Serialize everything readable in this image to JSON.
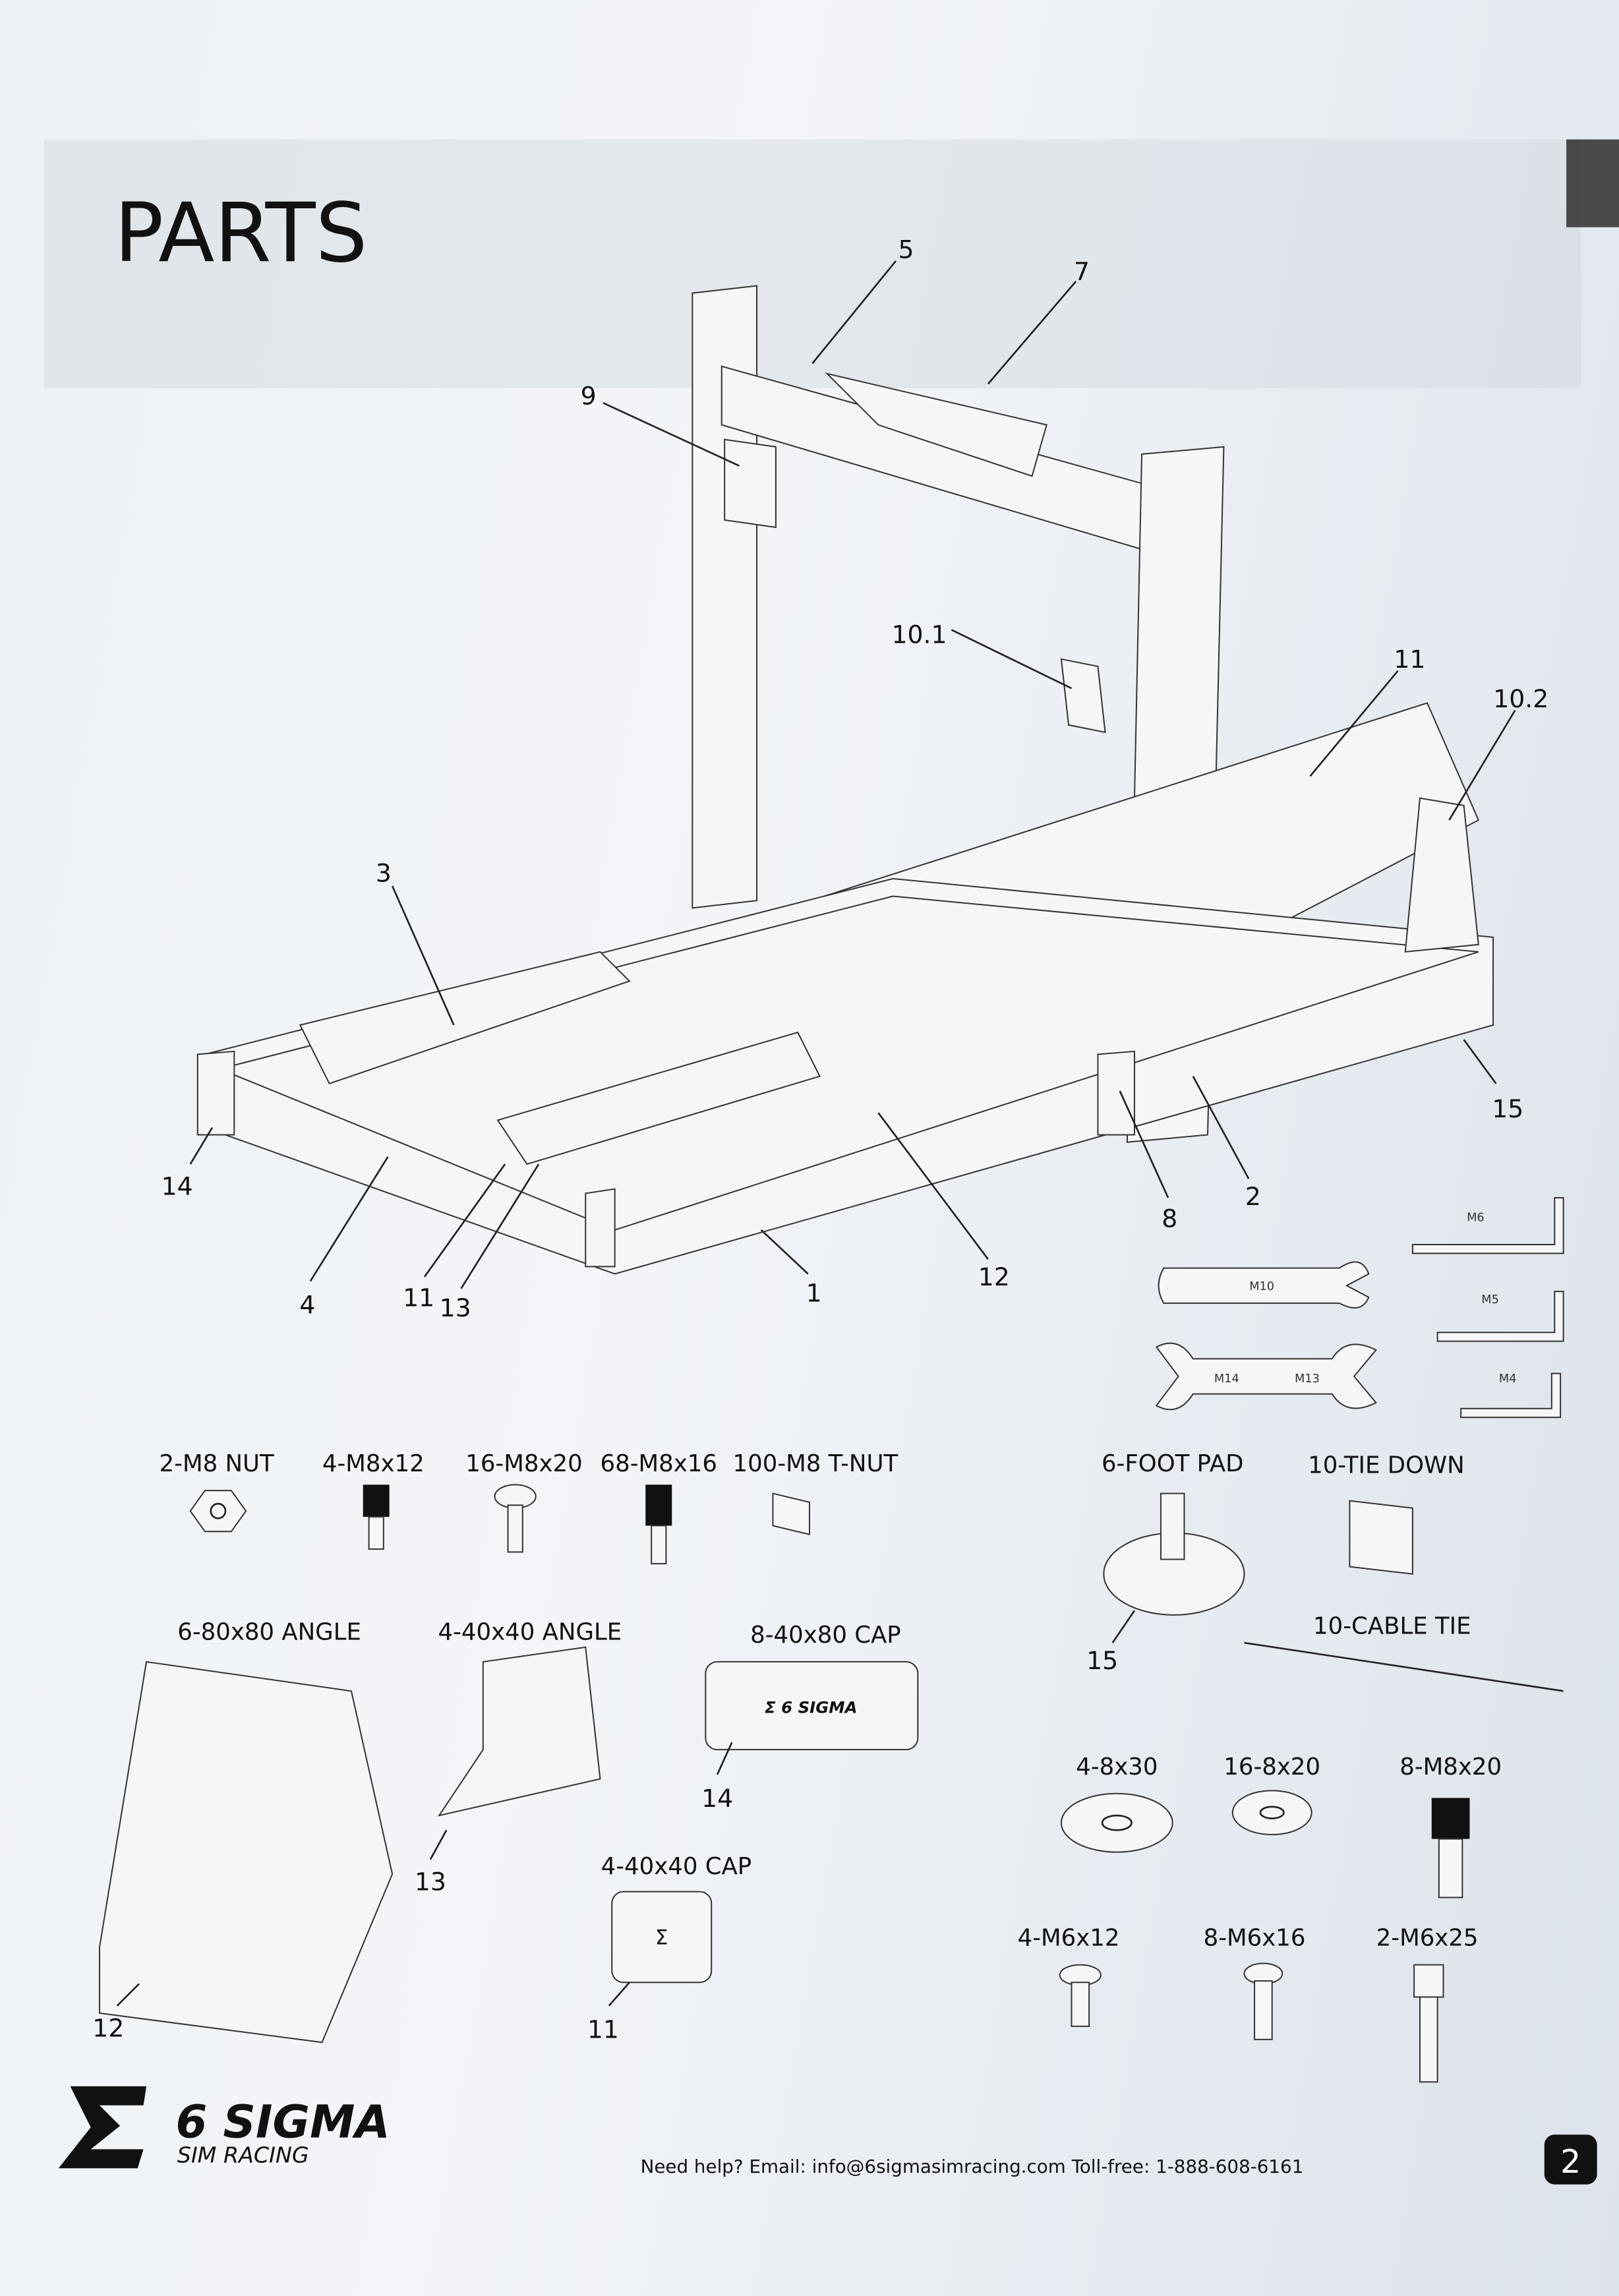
{
  "page_title": "PARTS",
  "assembly_callouts": {
    "c5": "5",
    "c7": "7",
    "c9": "9",
    "c10_1": "10.1",
    "c11": "11",
    "c10_2": "10.2",
    "c3": "3",
    "c15": "15",
    "c14": "14",
    "c8": "8",
    "c2": "2",
    "c12": "12",
    "c1": "1",
    "c4": "4",
    "c11b": "11",
    "c13": "13"
  },
  "tools": {
    "hex_keys": [
      "M6",
      "M5",
      "M4"
    ],
    "wrench_single": "M10",
    "wrench_double": [
      "M14",
      "M13"
    ]
  },
  "hardware": [
    {
      "label": "2-M8 NUT"
    },
    {
      "label": "4-M8x12"
    },
    {
      "label": "16-M8x20"
    },
    {
      "label": "68-M8x16"
    },
    {
      "label": "100-M8 T-NUT"
    },
    {
      "label": "6-FOOT PAD",
      "ref": "15"
    },
    {
      "label": "10-TIE DOWN"
    },
    {
      "label": "10-CABLE TIE"
    },
    {
      "label": "6-80x80 ANGLE",
      "ref": "12"
    },
    {
      "label": "4-40x40 ANGLE",
      "ref": "13"
    },
    {
      "label": "8-40x80 CAP",
      "ref": "14"
    },
    {
      "label": "4-40x40 CAP",
      "ref": "11"
    },
    {
      "label": "4-8x30"
    },
    {
      "label": "16-8x20"
    },
    {
      "label": "8-M8x20"
    },
    {
      "label": "4-M6x12"
    },
    {
      "label": "8-M6x16"
    },
    {
      "label": "2-M6x25"
    }
  ],
  "footer": {
    "brand": "6 SIGMA",
    "brand_sub": "SIM RACING",
    "help_text": "Need help? Email: info@6sigmasimracing.com Toll-free: 1-888-608-6161",
    "page_number": "2"
  },
  "colors": {
    "ink": "#111111",
    "paper": "#eef2f6"
  }
}
